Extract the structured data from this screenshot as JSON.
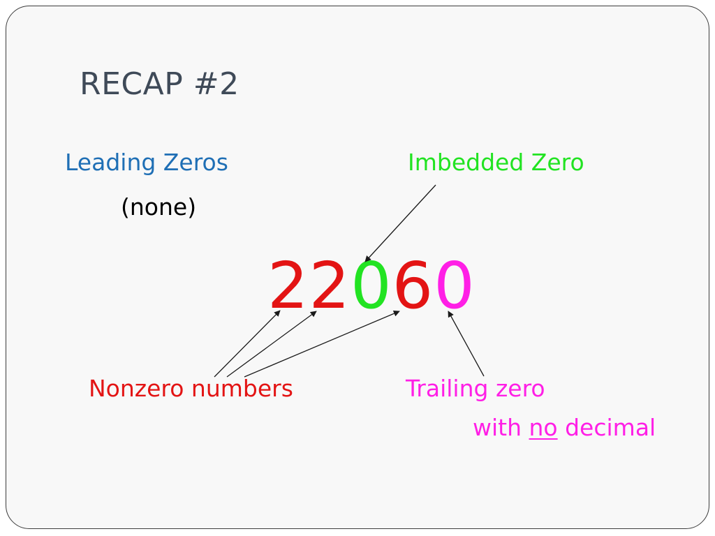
{
  "slide": {
    "title": "RECAP #2",
    "leading": {
      "label": "Leading Zeros",
      "note": "(none)"
    },
    "imbedded": {
      "label": "Imbedded Zero"
    },
    "number": {
      "digits": [
        "2",
        "2",
        "0",
        "6",
        "0"
      ]
    },
    "nonzero": {
      "label": "Nonzero numbers"
    },
    "trailing": {
      "label": "Trailing zero",
      "sub_pre": "with ",
      "sub_emph": "no",
      "sub_post": " decimal"
    }
  },
  "colors": {
    "title": "#3f4a58",
    "leading": "#1f6fb5",
    "note": "#000000",
    "imbedded": "#22e322",
    "nonzero": "#e31414",
    "trailing": "#ff1fe6",
    "arrow": "#1a1a1a"
  }
}
